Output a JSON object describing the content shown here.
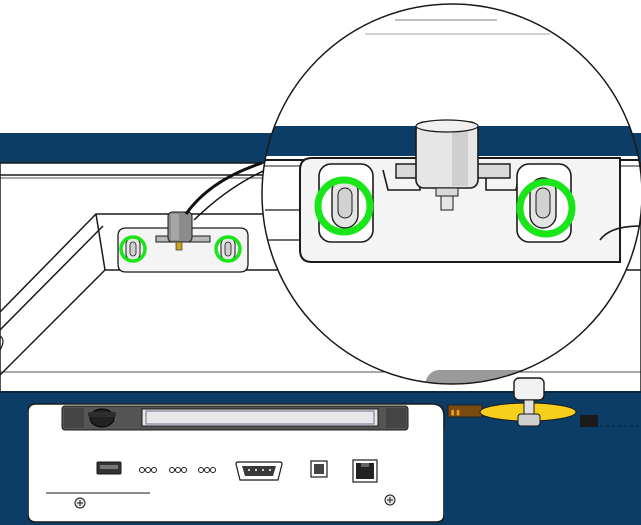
{
  "diagram": {
    "kind": "technical-illustration",
    "colors": {
      "navy": "#0b3d66",
      "navy_dark": "#07304f",
      "panel_gray": "#e9ebee",
      "line": "#1a1a1a",
      "highlight": "#19e619",
      "key_yellow": "#f5cf1c",
      "port_dark": "#333333",
      "amber_led": "#e08a16"
    },
    "highlights": [
      {
        "name": "slot-screw-left-callout"
      },
      {
        "name": "slot-screw-right-callout"
      },
      {
        "name": "slot-screw-left-main"
      },
      {
        "name": "slot-screw-right-main"
      }
    ],
    "icons": [
      "magnifier-callout-icon",
      "rotary-knob-icon",
      "usb-port-icon",
      "serial-port-icon",
      "key-switch-icon",
      "network-port-icon",
      "screw-icon"
    ]
  }
}
